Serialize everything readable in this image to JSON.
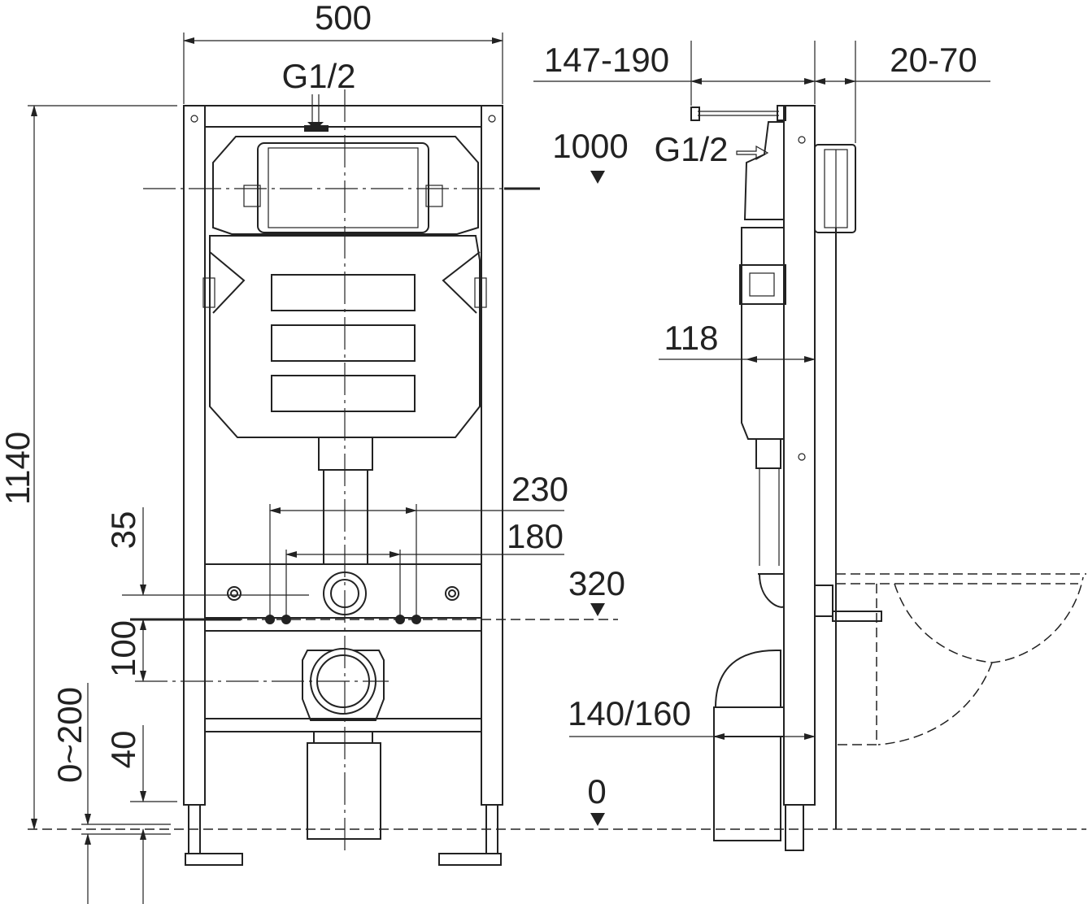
{
  "front_view": {
    "width_dim": "500",
    "height_dim": "1140",
    "inlet_label": "G1/2",
    "dim_230": "230",
    "dim_180": "180",
    "dim_35": "35",
    "dim_100": "100",
    "dim_0_200": "0~200",
    "dim_40": "40"
  },
  "levels": {
    "level_1000": "1000",
    "level_320": "320",
    "level_0": "0"
  },
  "side_view": {
    "dim_147_190": "147-190",
    "dim_20_70": "20-70",
    "inlet_label": "G1/2",
    "dim_118": "118",
    "dim_140_160": "140/160"
  },
  "colors": {
    "line": "#222222",
    "background": "#ffffff"
  }
}
